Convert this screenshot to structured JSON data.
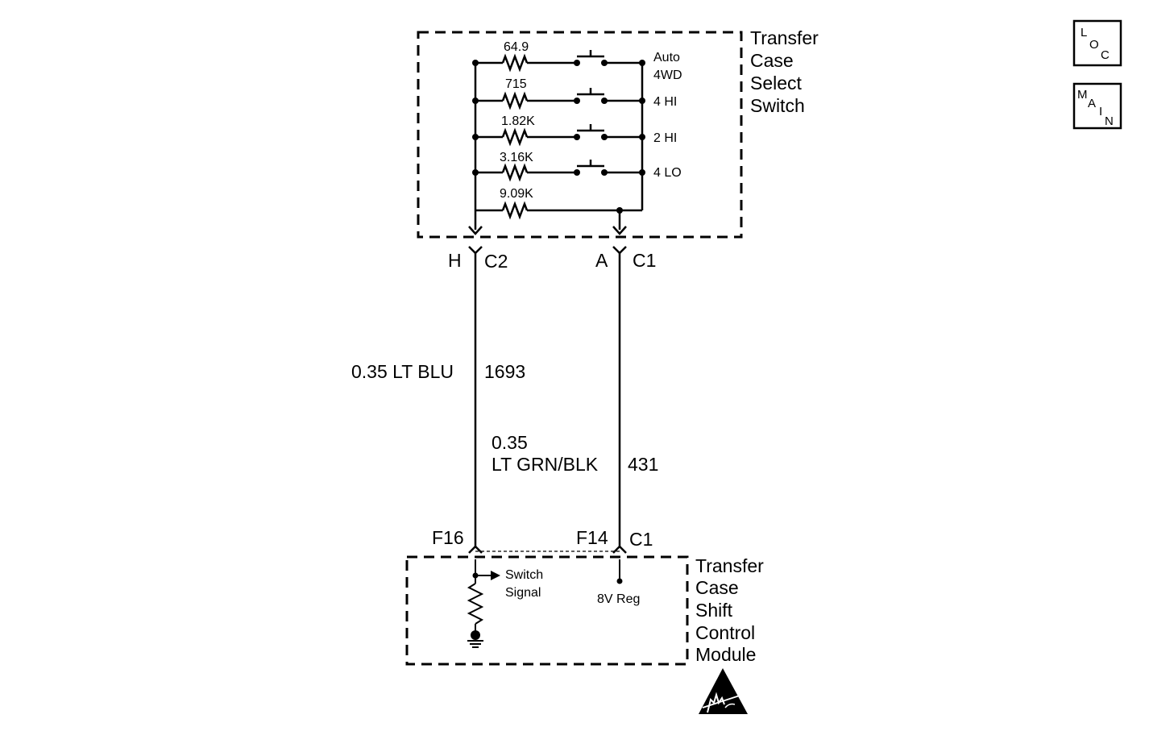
{
  "switch": {
    "title_lines": [
      "Transfer",
      "Case",
      "Select",
      "Switch"
    ],
    "resistors": [
      {
        "value": "64.9",
        "position_lines": [
          "Auto",
          "4WD"
        ]
      },
      {
        "value": "715",
        "position_lines": [
          "4 HI"
        ]
      },
      {
        "value": "1.82K",
        "position_lines": [
          "2 HI"
        ]
      },
      {
        "value": "3.16K",
        "position_lines": [
          "4 LO"
        ]
      },
      {
        "value": "9.09K",
        "position_lines": []
      }
    ]
  },
  "connectors_top": {
    "left": {
      "pin": "H",
      "connector": "C2"
    },
    "right": {
      "pin": "A",
      "connector": "C1"
    }
  },
  "wires": {
    "left": {
      "gauge_color": "0.35 LT BLU",
      "circuit": "1693"
    },
    "right": {
      "gauge": "0.35",
      "color": "LT GRN/BLK",
      "circuit": "431"
    }
  },
  "connectors_bottom": {
    "left": {
      "pin": "F16"
    },
    "right": {
      "pin": "F14",
      "connector": "C1"
    }
  },
  "module": {
    "title_lines": [
      "Transfer",
      "Case",
      "Shift",
      "Control",
      "Module"
    ],
    "switch_signal_lines": [
      "Switch",
      "Signal"
    ],
    "reg_label": "8V Reg"
  },
  "nav": {
    "loc_letters": [
      "L",
      "O",
      "C"
    ],
    "main_letters": [
      "M",
      "A",
      "I",
      "N"
    ]
  }
}
